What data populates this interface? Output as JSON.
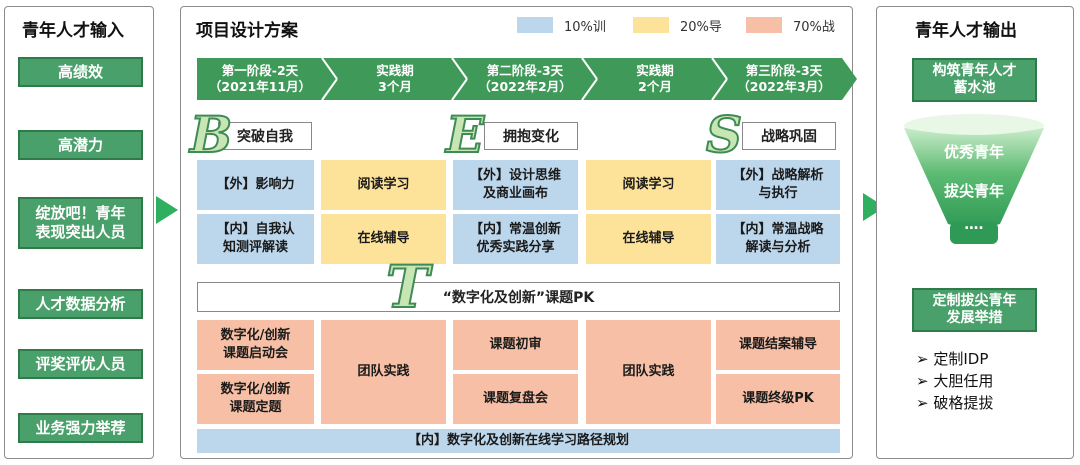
{
  "left": {
    "title": "青年人才输入",
    "items": [
      "高绩效",
      "高潜力",
      "绽放吧！青年\n表现突出人员",
      "人才数据分析",
      "评奖评优人员",
      "业务强力举荐"
    ]
  },
  "center": {
    "title": "项目设计方案",
    "legend": [
      {
        "label": "10%训",
        "color": "#bcd6ec"
      },
      {
        "label": "20%导",
        "color": "#fde39a"
      },
      {
        "label": "70%战",
        "color": "#f7c0a6"
      }
    ],
    "phases": [
      {
        "line1": "第一阶段-2天",
        "line2": "（2021年11月）"
      },
      {
        "line1": "实践期",
        "line2": "3个月"
      },
      {
        "line1": "第二阶段-3天",
        "line2": "（2022年2月）"
      },
      {
        "line1": "实践期",
        "line2": "2个月"
      },
      {
        "line1": "第三阶段-3天",
        "line2": "（2022年3月）"
      }
    ],
    "sections": [
      {
        "letter": "B",
        "head": "突破自我"
      },
      {
        "letter": "E",
        "head": "拥抱变化"
      },
      {
        "letter": "S",
        "head": "战略巩固"
      }
    ],
    "grid": {
      "c1r1": "【外】影响力",
      "c1r2": "【内】自我认\n知测评解读",
      "c2r1": "阅读学习",
      "c2r2": "在线辅导",
      "c3r1": "【外】设计思维\n及商业画布",
      "c3r2": "【内】常温创新\n优秀实践分享",
      "c4r1": "阅读学习",
      "c4r2": "在线辅导",
      "c5r1": "【外】战略解析\n与执行",
      "c5r2": "【内】常温战略\n解读与分析"
    },
    "t_letter": "T",
    "t_head": "“数字化及创新”课题PK",
    "t_grid": {
      "a1": "数字化/创新\n课题启动会",
      "a2": "数字化/创新\n课题定题",
      "b": "团队实践",
      "c1": "课题初审",
      "c2": "课题复盘会",
      "d": "团队实践",
      "e1": "课题结案辅导",
      "e2": "课题终级PK"
    },
    "footer": "【内】数字化及创新在线学习路径规划"
  },
  "right": {
    "title": "青年人才输出",
    "box1": "构筑青年人才\n蓄水池",
    "funnel": [
      "优秀青年",
      "拔尖青年",
      "…."
    ],
    "box2": "定制拔尖青年\n发展举措",
    "bullets": [
      "定制IDP",
      "大胆任用",
      "破格提拔"
    ]
  }
}
